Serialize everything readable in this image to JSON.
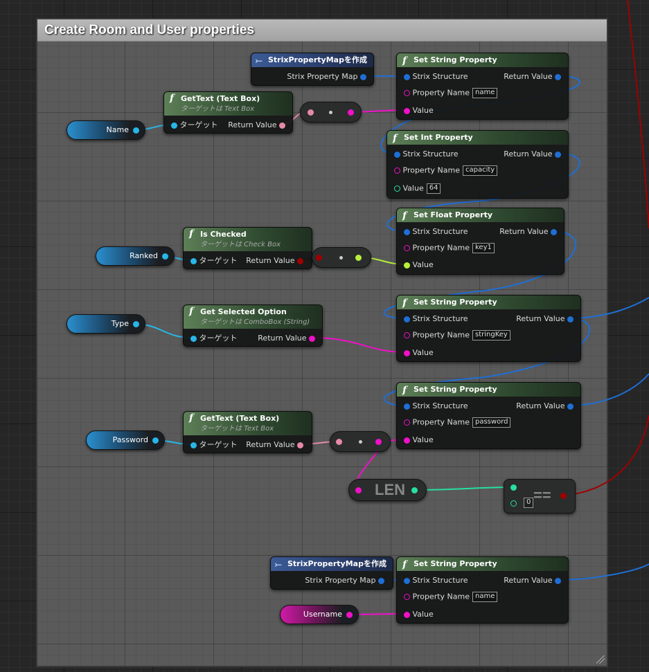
{
  "comment": {
    "title": "Create Room and User properties"
  },
  "make_map_1": {
    "title": "StrixPropertyMapを作成",
    "output": "Strix Property Map"
  },
  "make_map_2": {
    "title": "StrixPropertyMapを作成",
    "output": "Strix Property Map"
  },
  "set_string_1": {
    "title": "Set String Property",
    "strix": "Strix Structure",
    "ret": "Return Value",
    "pname_label": "Property Name",
    "pname": "name",
    "value_label": "Value"
  },
  "set_int": {
    "title": "Set Int Property",
    "strix": "Strix Structure",
    "ret": "Return Value",
    "pname_label": "Property Name",
    "pname": "capacity",
    "value_label": "Value",
    "value": "64"
  },
  "set_float": {
    "title": "Set Float Property",
    "strix": "Strix Structure",
    "ret": "Return Value",
    "pname_label": "Property Name",
    "pname": "key1",
    "value_label": "Value"
  },
  "set_string_2": {
    "title": "Set String Property",
    "strix": "Strix Structure",
    "ret": "Return Value",
    "pname_label": "Property Name",
    "pname": "stringKey",
    "value_label": "Value"
  },
  "set_string_3": {
    "title": "Set String Property",
    "strix": "Strix Structure",
    "ret": "Return Value",
    "pname_label": "Property Name",
    "pname": "password",
    "value_label": "Value"
  },
  "set_string_4": {
    "title": "Set String Property",
    "strix": "Strix Structure",
    "ret": "Return Value",
    "pname_label": "Property Name",
    "pname": "name",
    "value_label": "Value"
  },
  "gettext_1": {
    "title": "GetText (Text Box)",
    "subtitle": "ターゲットは Text Box",
    "target": "ターゲット",
    "ret": "Return Value"
  },
  "is_checked": {
    "title": "Is Checked",
    "subtitle": "ターゲットは Check Box",
    "target": "ターゲット",
    "ret": "Return Value"
  },
  "get_selected": {
    "title": "Get Selected Option",
    "subtitle": "ターゲットは ComboBox (String)",
    "target": "ターゲット",
    "ret": "Return Value"
  },
  "gettext_2": {
    "title": "GetText (Text Box)",
    "subtitle": "ターゲットは Text Box",
    "target": "ターゲット",
    "ret": "Return Value"
  },
  "variables": {
    "name": "Name",
    "ranked": "Ranked",
    "type": "Type",
    "password": "Password",
    "username": "Username"
  },
  "len_node": {
    "label": "LEN"
  },
  "equal_node": {
    "label": "==",
    "input_value": "0"
  }
}
